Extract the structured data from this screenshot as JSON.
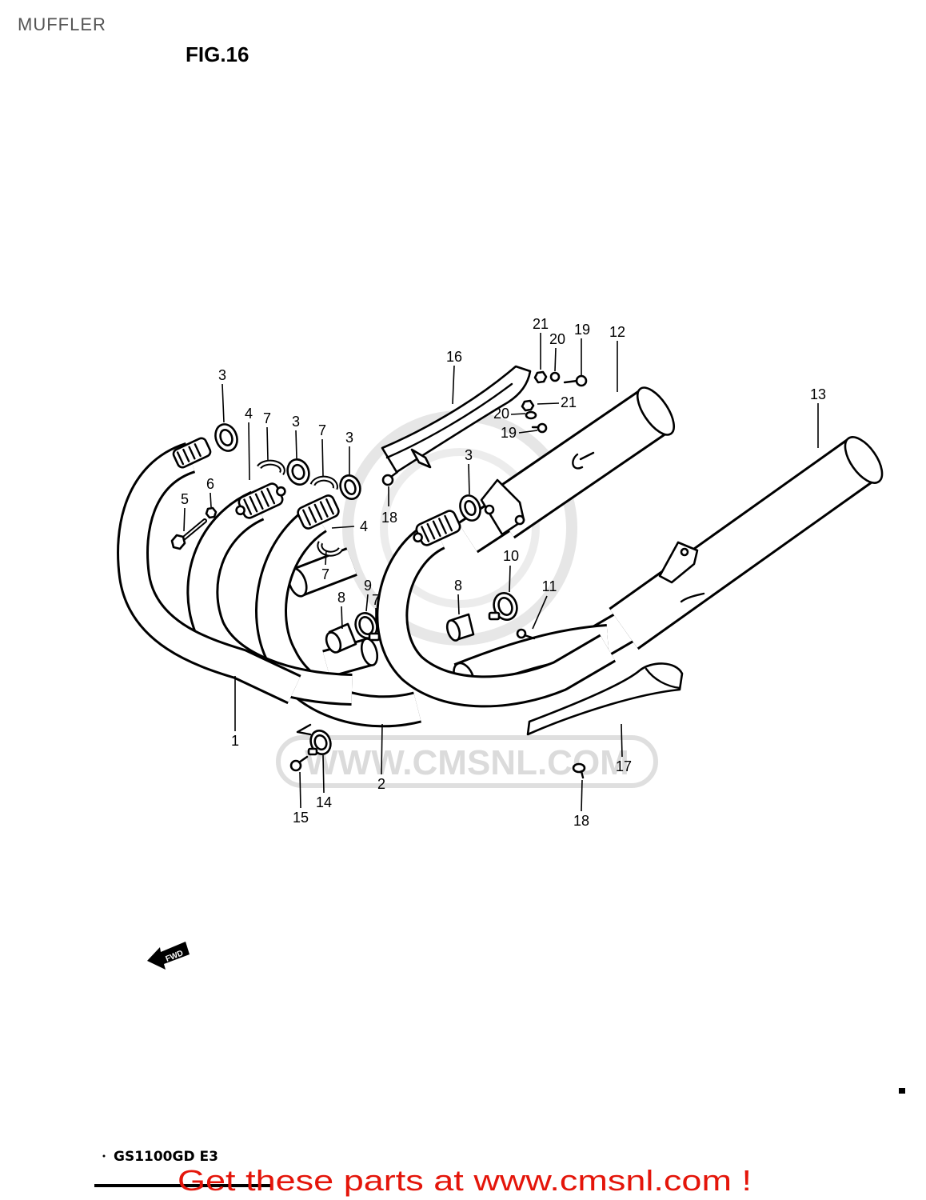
{
  "header": {
    "title": "MUFFLER",
    "figure": "FIG.16"
  },
  "callouts": [
    "21",
    "20",
    "19",
    "12",
    "16",
    "13",
    "21",
    "20",
    "19",
    "3",
    "4",
    "7",
    "3",
    "7",
    "3",
    "3",
    "5",
    "6",
    "18",
    "4",
    "7",
    "10",
    "9",
    "7",
    "8",
    "8",
    "11",
    "1",
    "2",
    "17",
    "14",
    "15",
    "18"
  ],
  "watermark": "WWW.CMSNL.COM",
  "fwd_label": "FWD",
  "icons": {
    "direction": "fwd-arrow-icon"
  },
  "footer": {
    "model": "GS1100GD E3",
    "cta": "Get these parts at www.cmsnl.com !"
  },
  "colors": {
    "line": "#000000",
    "cta": "#e4150a",
    "watermark": "#d8d8d8",
    "title": "#555555"
  }
}
